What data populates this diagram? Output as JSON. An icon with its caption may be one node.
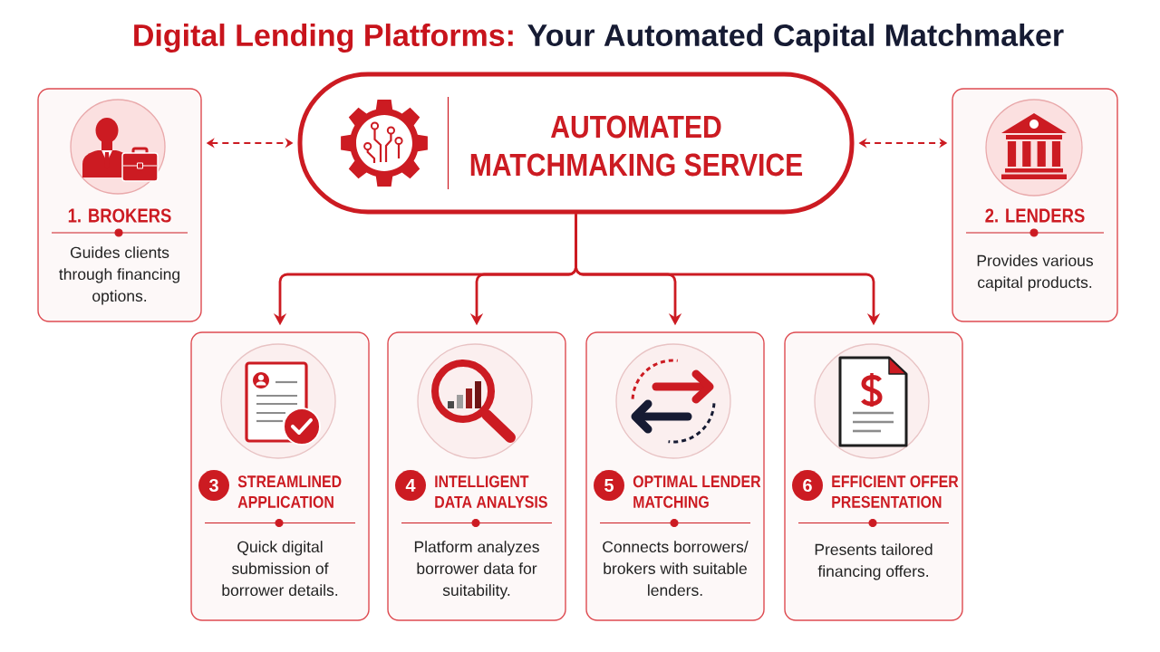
{
  "diagram": {
    "title": "Digital Lending Platforms: Your Automated Capital Matchmaker",
    "nodes": [
      {
        "text": [
          "1. BROKERS",
          "Guides clients through financing options."
        ]
      },
      {
        "text": [
          "AUTOMATED MATCHMAKING SERVICE"
        ]
      },
      {
        "text": [
          "2. LENDERS",
          "Provides various capital products."
        ]
      },
      {
        "text": [
          "3",
          "STREAMLINED APPLICATION",
          "Quick digital submission of borrower details."
        ]
      },
      {
        "text": [
          "4",
          "INTELLIGENT DATA ANALYSIS",
          "Platform analyzes borrower data for suitability."
        ]
      },
      {
        "text": [
          "5",
          "OPTIMAL LENDER MATCHING",
          "Connects borrowers/ brokers with suitable lenders."
        ]
      },
      {
        "text": [
          "6",
          "EFFICIENT OFFER PRESENTATION",
          "Presents tailored financing offers."
        ]
      }
    ],
    "edges": [
      {
        "from": 0,
        "to": 1,
        "arrow": "both",
        "style": "dashed"
      },
      {
        "from": 1,
        "to": 2,
        "arrow": "both",
        "style": "dashed"
      },
      {
        "from": 1,
        "to": 3,
        "arrow": "to"
      },
      {
        "from": 1,
        "to": 4,
        "arrow": "to"
      },
      {
        "from": 1,
        "to": 5,
        "arrow": "to"
      },
      {
        "from": 1,
        "to": 6,
        "arrow": "to"
      }
    ]
  }
}
